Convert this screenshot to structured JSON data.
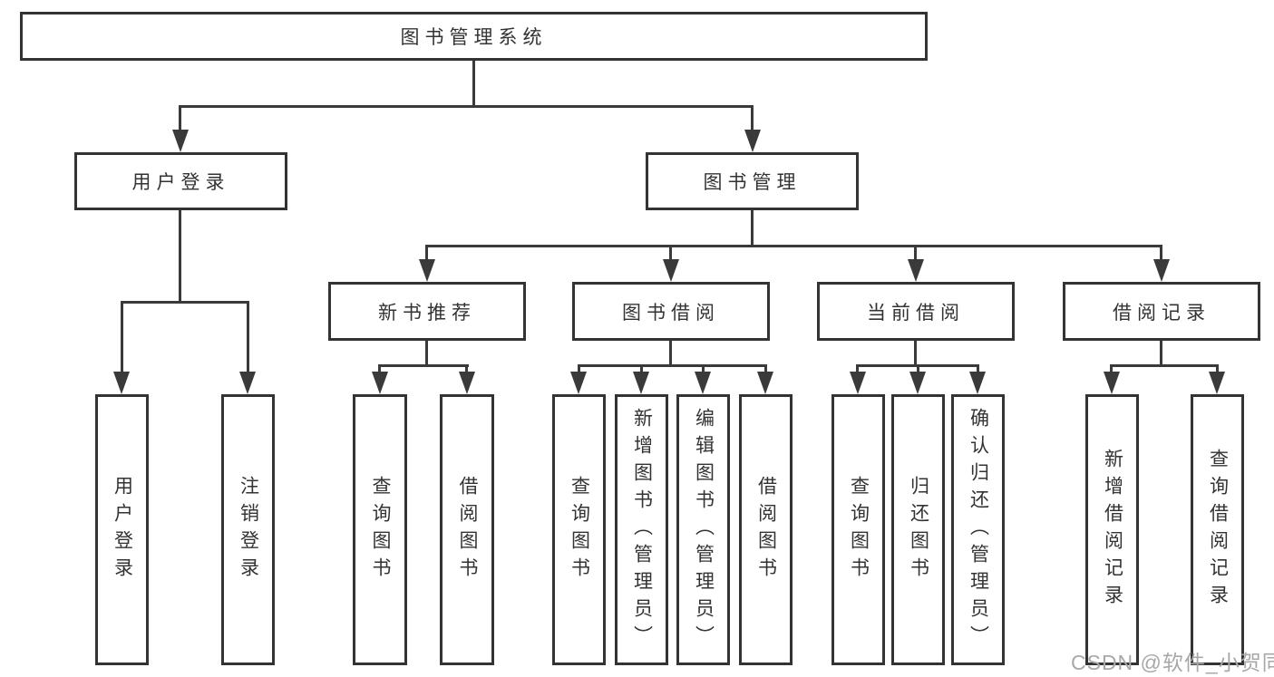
{
  "diagram": {
    "root": {
      "label": "图书管理系统"
    },
    "branches": [
      {
        "label": "用户登录",
        "children": [
          {
            "label": "用户登录"
          },
          {
            "label": "注销登录"
          }
        ]
      },
      {
        "label": "图书管理",
        "children": [
          {
            "label": "新书推荐",
            "children": [
              {
                "label": "查询图书"
              },
              {
                "label": "借阅图书"
              }
            ]
          },
          {
            "label": "图书借阅",
            "children": [
              {
                "label": "查询图书"
              },
              {
                "label": "新增图书（管理员）"
              },
              {
                "label": "编辑图书（管理员）"
              },
              {
                "label": "借阅图书"
              }
            ]
          },
          {
            "label": "当前借阅",
            "children": [
              {
                "label": "查询图书"
              },
              {
                "label": "归还图书"
              },
              {
                "label": "确认归还（管理员）"
              }
            ]
          },
          {
            "label": "借阅记录",
            "children": [
              {
                "label": "新增借阅记录"
              },
              {
                "label": "查询借阅记录"
              }
            ]
          }
        ]
      }
    ]
  },
  "watermark": {
    "text": "CSDN @软件_小贺同学"
  },
  "colors": {
    "line": "#3a3a3a",
    "box_border": "#333333",
    "text": "#333333",
    "watermark": "#a8a8a8",
    "background": "#ffffff"
  }
}
